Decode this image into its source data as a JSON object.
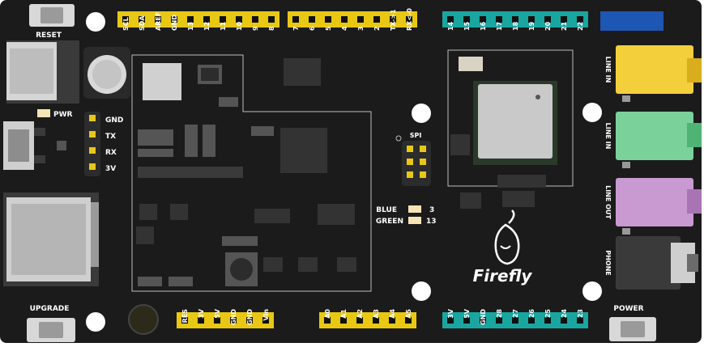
{
  "board": {
    "brand": "Firefly",
    "colors": {
      "pcb": "#1b1b1b",
      "header_yellow": "#e8c814",
      "header_teal": "#1aa6a0",
      "jack_yellow": "#f4cf3c",
      "jack_green": "#7bd19a",
      "jack_purple": "#c99ad2",
      "silkscreen": "#ffffff",
      "blue_marker": "#1e56b4"
    }
  },
  "buttons": {
    "reset": "RESET",
    "upgrade": "UPGRADE",
    "power": "POWER"
  },
  "leds": {
    "pwr": "PWR",
    "blue": "BLUE",
    "blue_num": "3",
    "green": "GREEN",
    "green_num": "13"
  },
  "uart_header": {
    "labels": [
      "GND",
      "TX",
      "RX",
      "3V"
    ]
  },
  "spi_header": {
    "label": "SPI"
  },
  "top_left_header": {
    "pins": [
      "SCL",
      "SDA",
      "AREF",
      "GND",
      "13",
      "12",
      "11",
      "10",
      "9",
      "8"
    ]
  },
  "top_mid_header": {
    "pins": [
      "7",
      "6",
      "5",
      "4",
      "3",
      "2",
      "TX->1",
      "RX<-0"
    ]
  },
  "top_right_header": {
    "pins": [
      "14",
      "15",
      "16",
      "17",
      "18",
      "19",
      "20",
      "21",
      "22"
    ]
  },
  "bottom_left_header": {
    "pins": [
      "RES",
      "3V",
      "5V",
      "GND",
      "GND",
      "Vin"
    ]
  },
  "bottom_mid_header": {
    "pins": [
      "A0",
      "A1",
      "A2",
      "A3",
      "A4",
      "A5"
    ]
  },
  "bottom_right_header": {
    "pins": [
      "3V",
      "5V",
      "GND",
      "28",
      "27",
      "26",
      "25",
      "24",
      "23"
    ]
  },
  "audio_jacks": {
    "line_in_1": "LINE IN",
    "line_in_2": "LINE IN",
    "line_out": "LINE OUT",
    "phone": "PHONE"
  }
}
